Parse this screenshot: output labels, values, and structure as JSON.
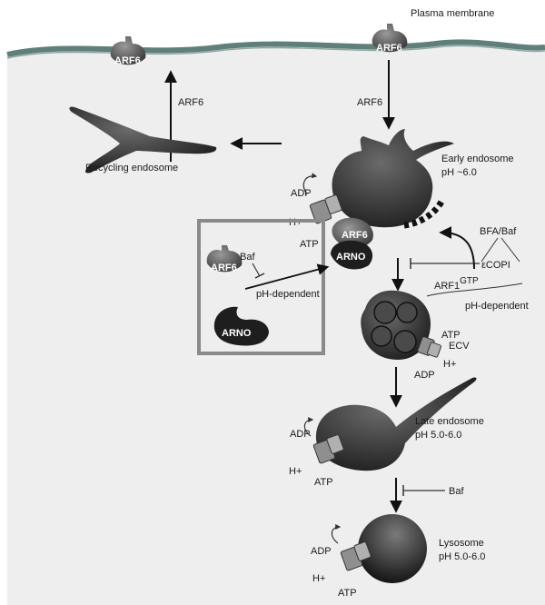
{
  "labels": {
    "plasma_membrane": "Plasma membrane",
    "arf6_membrane_left": "ARF6",
    "arf6_membrane_right": "ARF6",
    "arf6_up_arrow": "ARF6",
    "arf6_down_arrow": "ARF6",
    "recycling_endosome": "Recycling endosome",
    "early_endosome": "Early endosome",
    "early_endosome_ph": "pH ~6.0",
    "adp_early": "ADP",
    "h_early": "H+",
    "atp_early": "ATP",
    "arf6_bound": "ARF6",
    "arno_bound": "ARNO",
    "bfa_baf": "BFA/Baf",
    "ecopi": "εCOPI",
    "arf1_gtp": "ARF1",
    "arf1_gtp_sup": "GTP",
    "ph_dependent_right": "pH-dependent",
    "box_arf6": "ARF6",
    "box_baf": "Baf",
    "box_ph_dependent": "pH-dependent",
    "box_arno": "ARNO",
    "ecv": "ECV",
    "atp_ecv": "ATP",
    "adp_ecv": "ADP",
    "h_ecv": "H+",
    "late_endosome": "Late endosome",
    "late_endosome_ph": "pH 5.0-6.0",
    "adp_late": "ADP",
    "h_late": "H+",
    "atp_late": "ATP",
    "baf_late": "Baf",
    "lysosome": "Lysosome",
    "lysosome_ph": "pH 5.0-6.0",
    "adp_lyso": "ADP",
    "h_lyso": "H+",
    "atp_lyso": "ATP"
  },
  "colors": {
    "membrane": "#5f7f7a",
    "cytoplasm": "#eeeeee",
    "organelle_dark": "#2e2e2e",
    "organelle_mid": "#555555",
    "box_border": "#8a8a8a",
    "pump": "#8f8f8f"
  }
}
